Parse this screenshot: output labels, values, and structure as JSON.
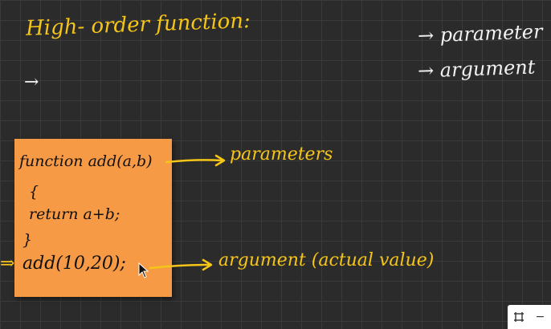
{
  "board": {
    "title": "High- order function:",
    "top_arrow": "→",
    "side_terms": [
      {
        "arrow": "→",
        "label": "parameter"
      },
      {
        "arrow": "→",
        "label": "argument"
      }
    ]
  },
  "note": {
    "lines": [
      "function add(a,b)",
      "{",
      "return a+b;",
      "}",
      "add(10,20);"
    ],
    "left_marker": "⇒",
    "color": "#f79a45"
  },
  "annotations": {
    "parameters_label": "parameters",
    "argument_label": "argument (actual value)"
  },
  "toolbar": {
    "fit_icon": "fit-screen-icon",
    "zoom_out_icon": "minus-icon",
    "zoom_out_label": "−"
  },
  "colors": {
    "background": "#2b2b2b",
    "grid": "#3a3a3a",
    "highlight": "#f5c518",
    "chalk": "#f2f2f2"
  }
}
